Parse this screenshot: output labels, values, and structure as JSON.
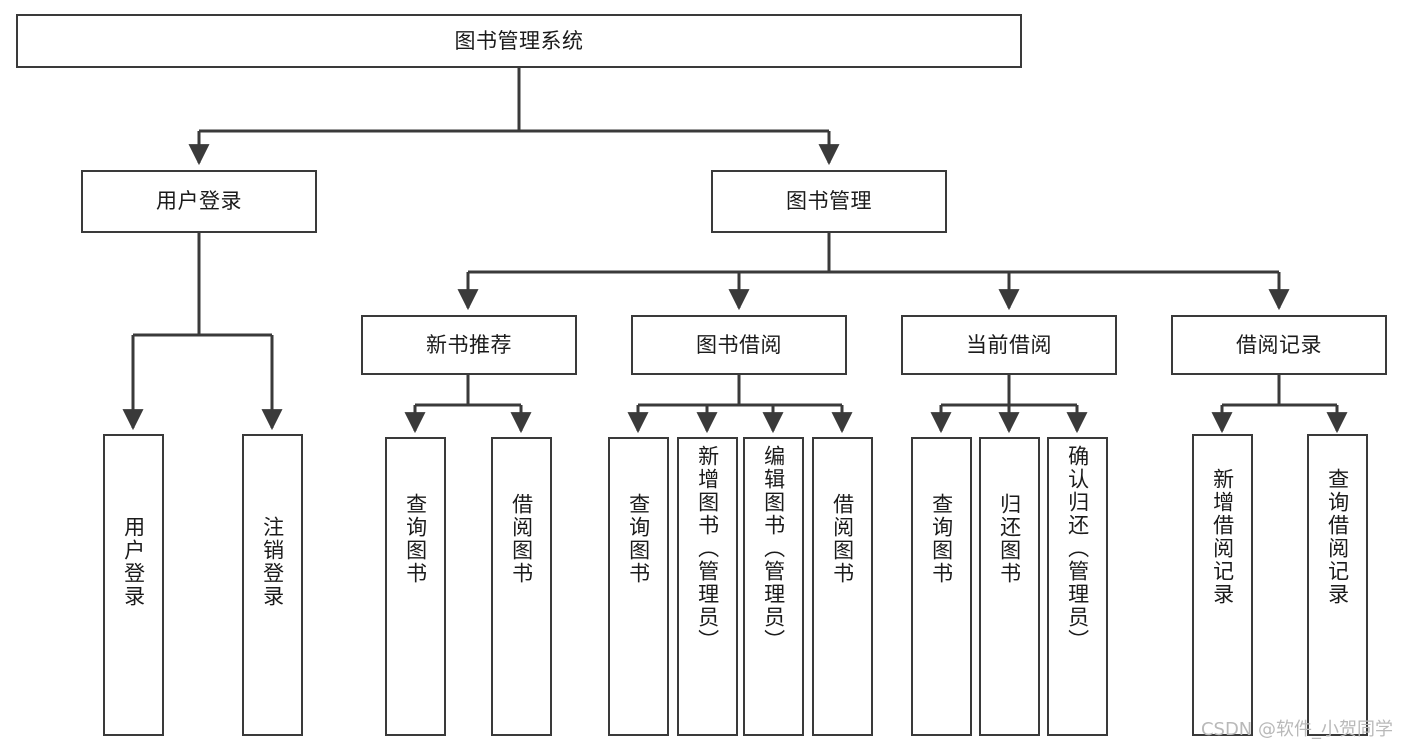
{
  "diagram": {
    "title": "图书管理系统",
    "type": "tree-hierarchy-chart",
    "watermark": "CSDN @软件_小贺同学",
    "colors": {
      "box_border": "#3a3a3a",
      "box_fill": "#ffffff",
      "connector": "#3a3a3a",
      "text": "#1b1b1b",
      "watermark": "#b9b9b9"
    },
    "root": {
      "label": "图书管理系统"
    },
    "level2": [
      {
        "label": "用户登录"
      },
      {
        "label": "图书管理"
      }
    ],
    "level3": [
      {
        "label": "新书推荐"
      },
      {
        "label": "图书借阅"
      },
      {
        "label": "当前借阅"
      },
      {
        "label": "借阅记录"
      }
    ],
    "leaves": {
      "user_login": [
        {
          "label": "用户登录"
        },
        {
          "label": "注销登录"
        }
      ],
      "new_book_recommend": [
        {
          "label": "查询图书"
        },
        {
          "label": "借阅图书"
        }
      ],
      "book_borrow": [
        {
          "label": "查询图书"
        },
        {
          "label": "新增图书（管理员）"
        },
        {
          "label": "编辑图书（管理员）"
        },
        {
          "label": "借阅图书"
        }
      ],
      "current_borrow": [
        {
          "label": "查询图书"
        },
        {
          "label": "归还图书"
        },
        {
          "label": "确认归还（管理员）"
        }
      ],
      "borrow_record": [
        {
          "label": "新增借阅记录"
        },
        {
          "label": "查询借阅记录"
        }
      ]
    }
  }
}
